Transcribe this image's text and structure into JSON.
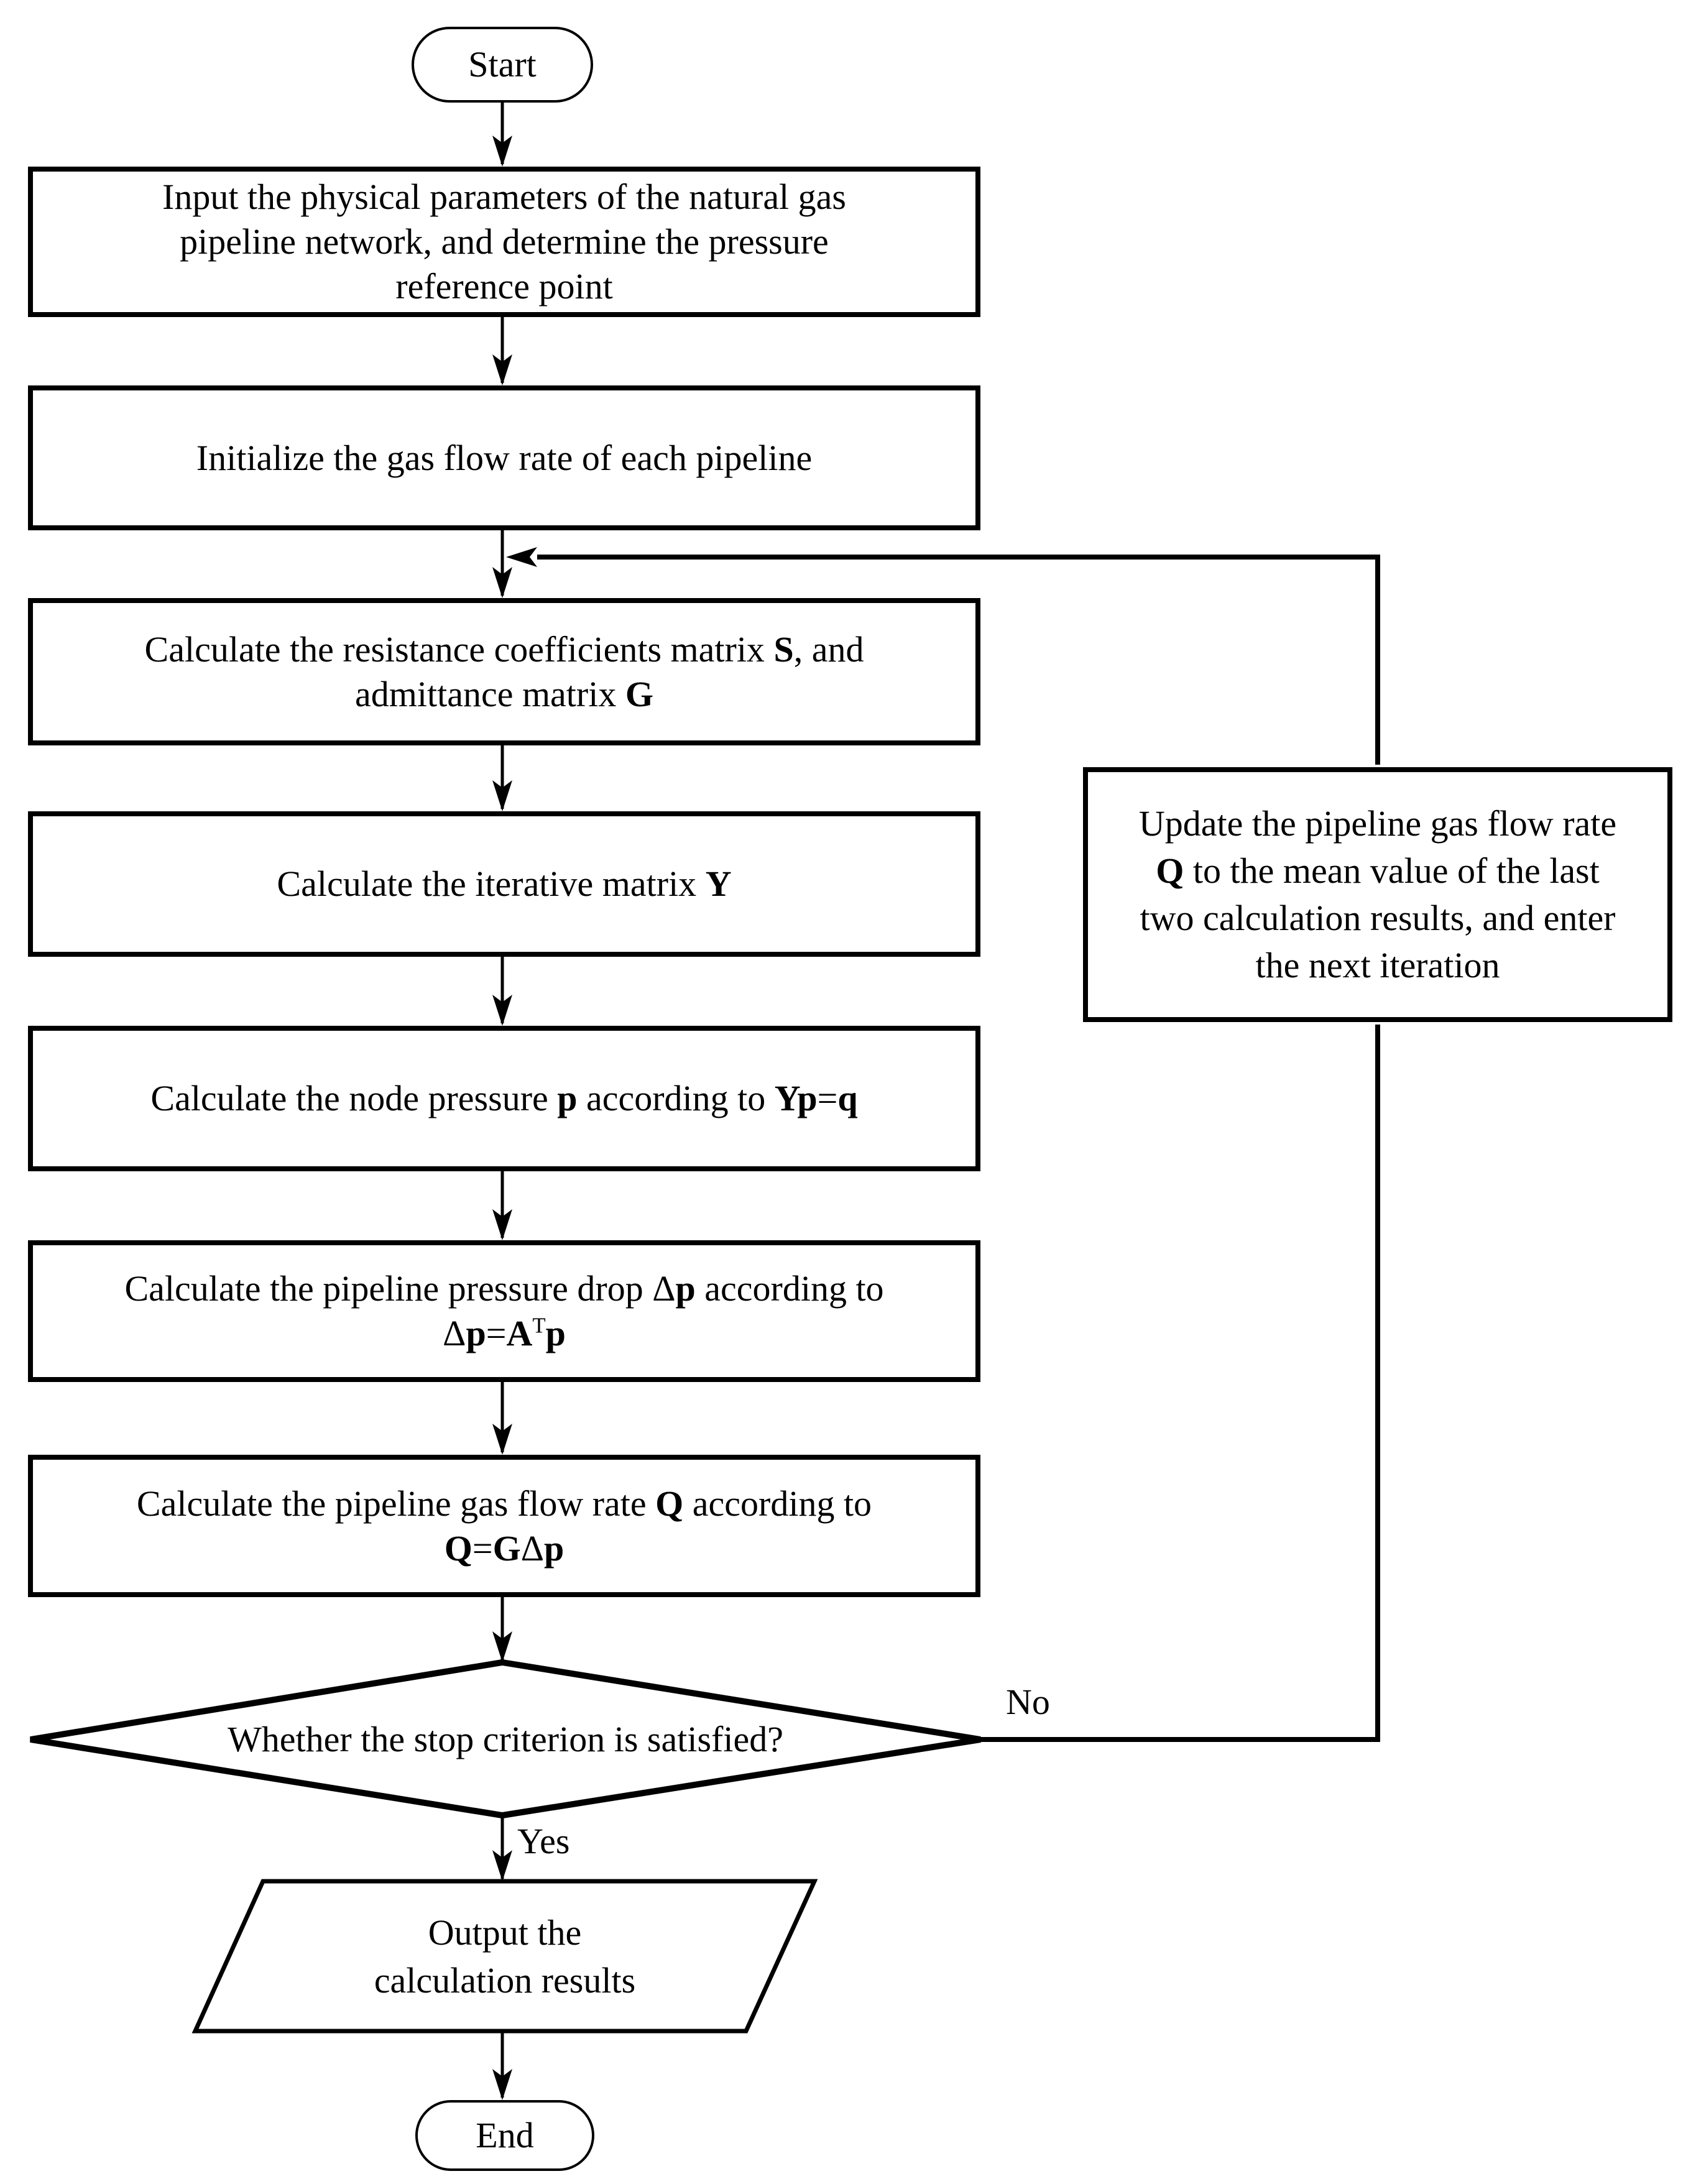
{
  "flowchart": {
    "colors": {
      "stroke": "#000000",
      "fill": "#ffffff",
      "text": "#000000"
    },
    "nodes": {
      "start": {
        "type": "terminator",
        "label": "Start"
      },
      "input": {
        "type": "process",
        "lines": [
          [
            {
              "t": "Input the physical parameters of the natural gas"
            }
          ],
          [
            {
              "t": "pipeline network, and determine the pressure"
            }
          ],
          [
            {
              "t": "reference point"
            }
          ]
        ]
      },
      "initialize": {
        "type": "process",
        "lines": [
          [
            {
              "t": "Initialize the gas flow rate of each pipeline"
            }
          ]
        ]
      },
      "resistance": {
        "type": "process",
        "lines": [
          [
            {
              "t": "Calculate the resistance coefficients matrix "
            },
            {
              "t": "S",
              "b": true
            },
            {
              "t": ", and"
            }
          ],
          [
            {
              "t": "admittance matrix "
            },
            {
              "t": "G",
              "b": true
            }
          ]
        ]
      },
      "iterative": {
        "type": "process",
        "lines": [
          [
            {
              "t": "Calculate the iterative matrix "
            },
            {
              "t": "Y",
              "b": true
            }
          ]
        ]
      },
      "node_pressure": {
        "type": "process",
        "lines": [
          [
            {
              "t": "Calculate the node pressure "
            },
            {
              "t": "p",
              "b": true
            },
            {
              "t": " according to "
            },
            {
              "t": "Yp",
              "b": true
            },
            {
              "t": "="
            },
            {
              "t": "q",
              "b": true
            }
          ]
        ]
      },
      "pressure_drop": {
        "type": "process",
        "lines": [
          [
            {
              "t": "Calculate the pipeline pressure drop "
            },
            {
              "t": "Δ"
            },
            {
              "t": "p",
              "b": true
            },
            {
              "t": " according to"
            }
          ],
          [
            {
              "t": "Δ"
            },
            {
              "t": "p",
              "b": true
            },
            {
              "t": "="
            },
            {
              "t": "A",
              "b": true
            },
            {
              "t": "T",
              "sup": true
            },
            {
              "t": "p",
              "b": true
            }
          ]
        ]
      },
      "flow_rate": {
        "type": "process",
        "lines": [
          [
            {
              "t": "Calculate the pipeline gas flow rate "
            },
            {
              "t": "Q",
              "b": true
            },
            {
              "t": " according to"
            }
          ],
          [
            {
              "t": "Q",
              "b": true
            },
            {
              "t": "="
            },
            {
              "t": "G",
              "b": true
            },
            {
              "t": "Δ"
            },
            {
              "t": "p",
              "b": true
            }
          ]
        ]
      },
      "decision": {
        "type": "decision",
        "lines": [
          [
            {
              "t": "Whether the stop criterion is satisfied?"
            }
          ]
        ]
      },
      "update": {
        "type": "process",
        "lines": [
          [
            {
              "t": "Update the pipeline gas flow rate"
            }
          ],
          [
            {
              "t": "Q",
              "b": true
            },
            {
              "t": " to the mean value of the last"
            }
          ],
          [
            {
              "t": "two calculation results, and enter"
            }
          ],
          [
            {
              "t": "the next iteration"
            }
          ]
        ]
      },
      "output": {
        "type": "io",
        "lines": [
          [
            {
              "t": "Output the"
            }
          ],
          [
            {
              "t": "calculation results"
            }
          ]
        ]
      },
      "end": {
        "type": "terminator",
        "label": "End"
      }
    },
    "edge_labels": {
      "yes": "Yes",
      "no": "No"
    }
  }
}
